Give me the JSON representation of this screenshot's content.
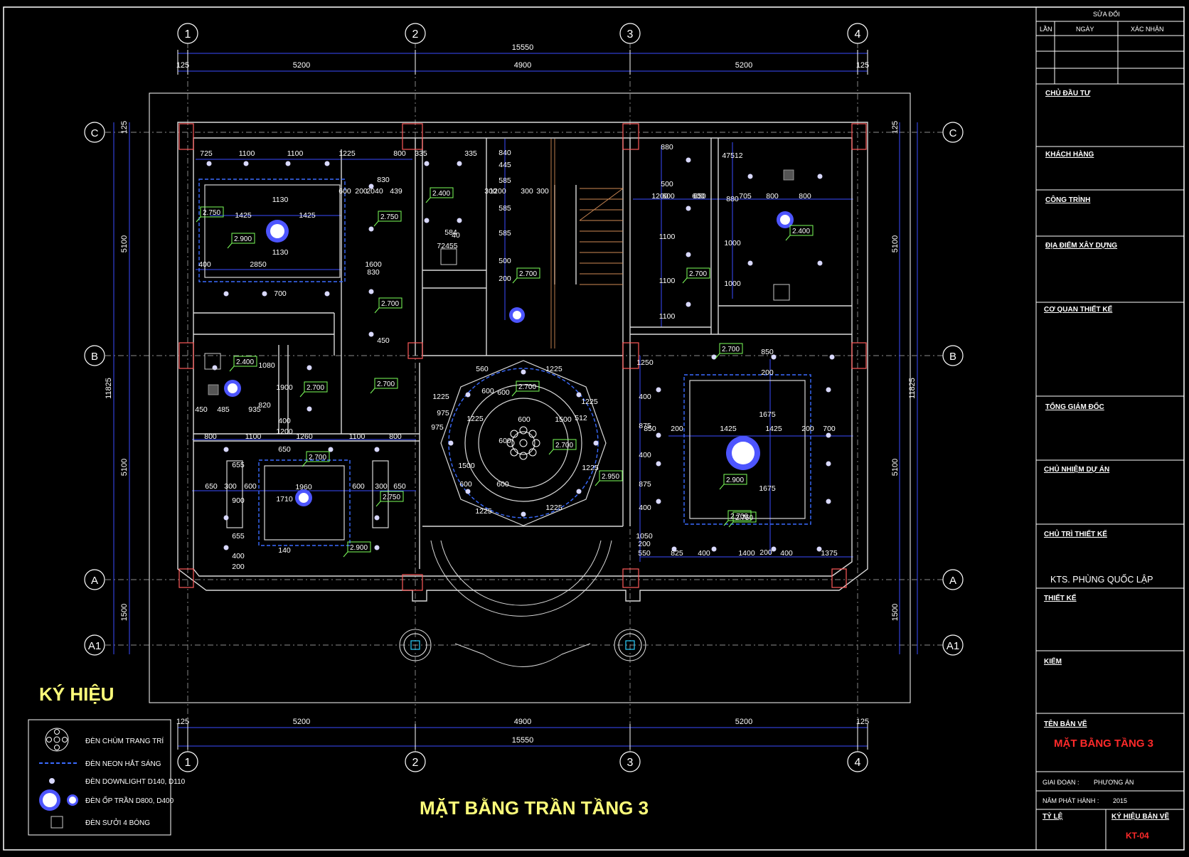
{
  "drawing_title": "MẶT BẰNG TRẦN TẦNG 3",
  "legend": {
    "title": "KÝ HIỆU",
    "items": [
      {
        "label": "ĐÈN CHÙM TRANG TRÍ"
      },
      {
        "label": "ĐÈN NEON HẮT SÁNG"
      },
      {
        "label": "ĐÈN DOWNLIGHT D140, D110"
      },
      {
        "label": "ĐÈN ỐP TRẦN D800, D400"
      },
      {
        "label": "ĐÈN SƯỞI 4 BÓNG"
      }
    ]
  },
  "grid": {
    "columns": [
      "1",
      "2",
      "3",
      "4"
    ],
    "rows": [
      "C",
      "B",
      "A",
      "A1"
    ]
  },
  "dimensions": {
    "top_total": "15550",
    "top_parts": [
      "125",
      "5200",
      "4900",
      "5200",
      "125"
    ],
    "bottom_total": "15550",
    "bottom_parts": [
      "125",
      "5200",
      "4900",
      "5200",
      "125"
    ],
    "left_total": "11825",
    "left_parts": [
      "125",
      "5100",
      "5100",
      "1500"
    ],
    "right_total": "11825",
    "right_parts": [
      "125",
      "5100",
      "5100",
      "1500"
    ]
  },
  "level_tags": [
    "2.750",
    "2.900",
    "2.400",
    "2.750",
    "2.700",
    "2.700",
    "2.400",
    "2.700",
    "2.700",
    "2.400",
    "2.700",
    "2.900",
    "2.700",
    "2.700",
    "2.700",
    "2.750",
    "2.900",
    "2.700",
    "2.950",
    "2.750",
    "2.700"
  ],
  "room_dims": [
    "725",
    "1100",
    "1100",
    "1225",
    "800",
    "335",
    "335",
    "1425",
    "1425",
    "2850",
    "400",
    "1130",
    "1130",
    "700",
    "600",
    "200",
    "2040",
    "439",
    "1600",
    "830",
    "830",
    "450",
    "1200",
    "600",
    "705",
    "800",
    "800",
    "47512",
    "880",
    "1000",
    "1000",
    "880",
    "500",
    "1100",
    "1100",
    "1100",
    "560",
    "1225",
    "1225",
    "1225",
    "1225",
    "1225",
    "1225",
    "1225",
    "600",
    "600",
    "1500",
    "1500",
    "600",
    "600",
    "512",
    "975",
    "975",
    "600",
    "600",
    "450",
    "485",
    "935",
    "1080",
    "1900",
    "820",
    "800",
    "1100",
    "1260",
    "1100",
    "800",
    "650",
    "300",
    "600",
    "600",
    "300",
    "650",
    "1960",
    "1710",
    "655",
    "900",
    "655",
    "200",
    "400",
    "850",
    "200",
    "1425",
    "1425",
    "200",
    "700",
    "1675",
    "1675",
    "850",
    "200",
    "550",
    "825",
    "400",
    "1400",
    "400",
    "1375",
    "1250",
    "400",
    "875",
    "400",
    "875",
    "400",
    "1050",
    "200",
    "200",
    "584",
    "40",
    "72455",
    "585",
    "585",
    "585",
    "500",
    "200",
    "445",
    "840",
    "300",
    "300",
    "300",
    "1200",
    "600",
    "650",
    "400",
    "650",
    "140",
    "1200"
  ],
  "title_block": {
    "revision_header": "SỬA ĐỔI",
    "revision_cols": [
      "LẦN",
      "NGÀY",
      "XÁC NHẬN"
    ],
    "investor": "CHỦ ĐẦU TƯ",
    "client": "KHÁCH HÀNG",
    "project": "CÔNG TRÌNH",
    "location": "ĐỊA ĐIỂM XÂY DỰNG",
    "design_agency": "CƠ QUAN THIẾT KẾ",
    "director": "TỔNG GIÁM ĐỐC",
    "project_manager": "CHỦ NHIỆM DỰ ÁN",
    "lead_designer": "CHỦ TRÌ THIẾT KẾ",
    "lead_designer_name": "KTS. PHÙNG QUỐC LẬP",
    "designer": "THIẾT KẾ",
    "checker": "KIỂM",
    "drawing_name_label": "TÊN BẢN VẼ",
    "drawing_name": "MẶT BẰNG TẦNG 3",
    "phase_label": "GIAI ĐOẠN :",
    "phase_value": "PHƯƠNG ÁN",
    "year_label": "NĂM PHÁT HÀNH :",
    "year_value": "2015",
    "scale_label": "TỶ LỆ",
    "sheet_label": "KÝ HIỆU BẢN VẼ",
    "sheet_value": "KT-04"
  },
  "colors": {
    "background": "#000000",
    "dimension": "#3a4cff",
    "wall": "#d9d9d9",
    "grid_bubble": "#ffffff",
    "tag": "#7dff5a",
    "title_yellow": "#ffff7a",
    "red": "#ff2a2a",
    "frame": "#ffffff"
  }
}
